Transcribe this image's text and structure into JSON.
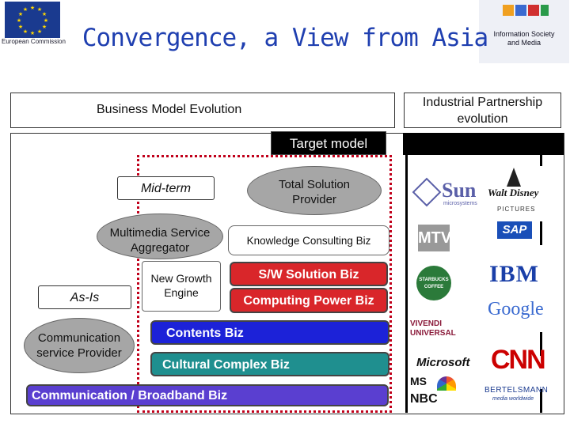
{
  "header": {
    "title": "Convergence, a View from Asia",
    "left_logo_caption": "European Commission",
    "right_logo_caption_line1": "Information Society",
    "right_logo_caption_line2": "and Media"
  },
  "panels": {
    "business_model_title": "Business Model Evolution",
    "industrial_partnership_line1": "Industrial Partnership",
    "industrial_partnership_line2": "evolution",
    "target_model": "Target model"
  },
  "stages": {
    "mid_term": "Mid-term",
    "as_is": "As-Is",
    "total_solution_line1": "Total Solution",
    "total_solution_line2": "Provider",
    "multimedia_line1": "Multimedia Service",
    "multimedia_line2": "Aggregator",
    "communication_line1": "Communication",
    "communication_line2": "service Provider",
    "new_growth_line1": "New Growth",
    "new_growth_line2": "Engine"
  },
  "businesses": {
    "knowledge_consulting": "Knowledge Consulting Biz",
    "sw_solution": "S/W Solution Biz",
    "computing_power": "Computing Power Biz",
    "contents": "Contents Biz",
    "cultural_complex": "Cultural Complex Biz",
    "communication_broadband": "Communication / Broadband Biz"
  },
  "partners": {
    "sun": "Sun",
    "sun_sub": "microsystems",
    "disney": "Walt Disney",
    "disney_sub": "PICTURES",
    "mtv": "MTV",
    "sap": "SAP",
    "starbucks": "STARBUCKS COFFEE",
    "ibm": "IBM",
    "vivendi_line1": "VIVENDI",
    "vivendi_line2": "UNIVERSAL",
    "google": "Google",
    "microsoft": "Microsoft",
    "cnn": "CNN",
    "nbc": "NBC",
    "msnbc_ms": "MS",
    "bertelsmann": "BERTELSMANN",
    "bertelsmann_sub": "media worldwide"
  },
  "colors": {
    "title_blue": "#1f3fb0",
    "red_biz": "#d9262a",
    "blue_biz": "#1c22d8",
    "teal_biz": "#1f8f8f",
    "purple_biz": "#5a3fd0"
  }
}
